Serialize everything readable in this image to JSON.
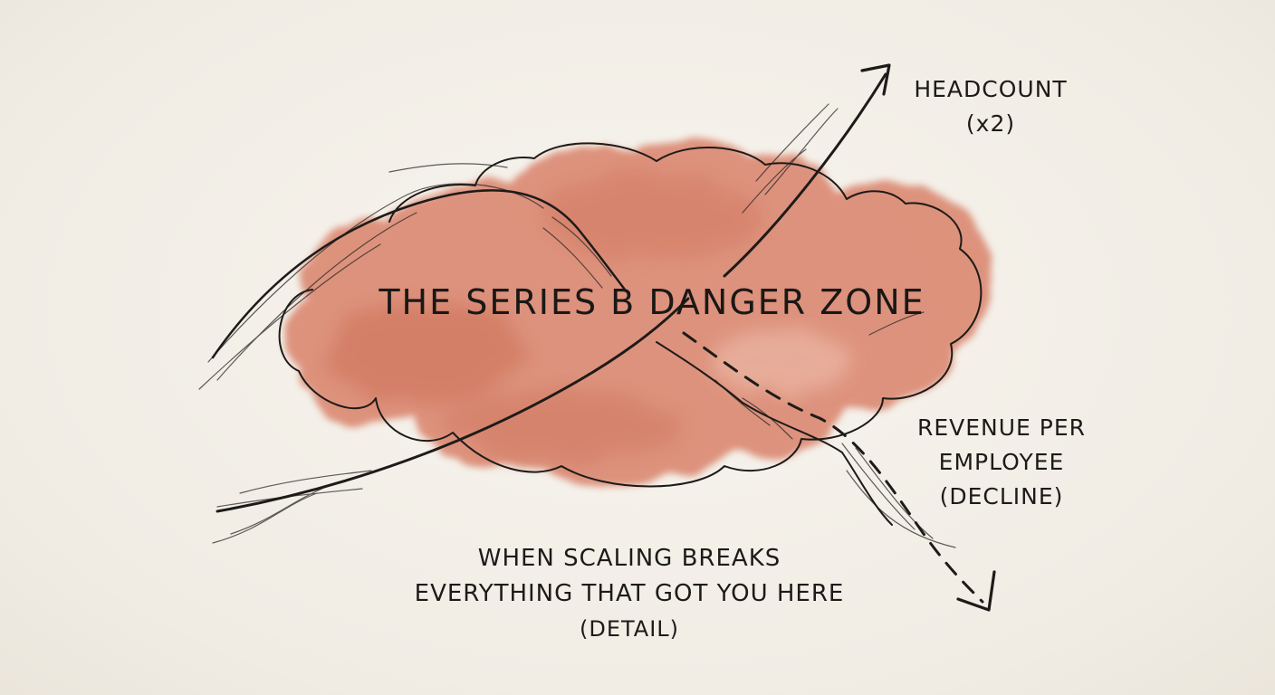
{
  "diagram": {
    "zone": {
      "title": "THE SERIES B DANGER ZONE",
      "fill_color": "#d9826a",
      "fill_color_light": "#e8a48e"
    },
    "headcount": {
      "line1": "HEADCOUNT",
      "line2": "(x2)",
      "direction": "up"
    },
    "revenue_per_employee": {
      "line1": "REVENUE PER",
      "line2": "EMPLOYEE",
      "line3": "(DECLINE)",
      "direction": "down",
      "line_style": "dashed"
    },
    "caption": {
      "line1": "WHEN SCALING BREAKS",
      "line2": "EVERYTHING THAT GOT YOU HERE",
      "line3": "(DETAIL)"
    },
    "colors": {
      "ink": "#1d1b19",
      "paper": "#f3f0e9"
    }
  }
}
